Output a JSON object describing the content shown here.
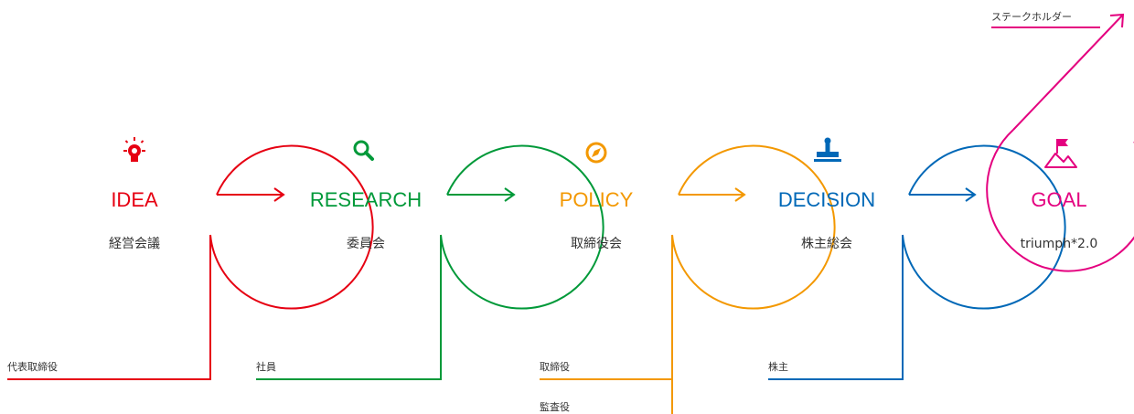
{
  "colors": {
    "idea": "#e60012",
    "research": "#009939",
    "policy": "#f39800",
    "decision": "#0068b7",
    "goal": "#e4007f",
    "text": "#333333"
  },
  "nodes": [
    {
      "key": "idea",
      "title": "IDEA",
      "subtitle": "経営会議",
      "icon": "lightbulb-head-icon"
    },
    {
      "key": "research",
      "title": "RESEARCH",
      "subtitle": "委員会",
      "icon": "magnifier-icon"
    },
    {
      "key": "policy",
      "title": "POLICY",
      "subtitle": "取締役会",
      "icon": "compass-icon"
    },
    {
      "key": "decision",
      "title": "DECISION",
      "subtitle": "株主総会",
      "icon": "stamp-icon"
    },
    {
      "key": "goal",
      "title": "GOAL",
      "subtitle": "triumph*2.0",
      "icon": "flag-mountain-icon"
    }
  ],
  "participants": {
    "idea": [
      "代表取締役"
    ],
    "research": [
      "社員"
    ],
    "policy": [
      "取締役",
      "監査役"
    ],
    "decision": [
      "株主"
    ],
    "goal": [
      "ステークホルダー"
    ]
  }
}
